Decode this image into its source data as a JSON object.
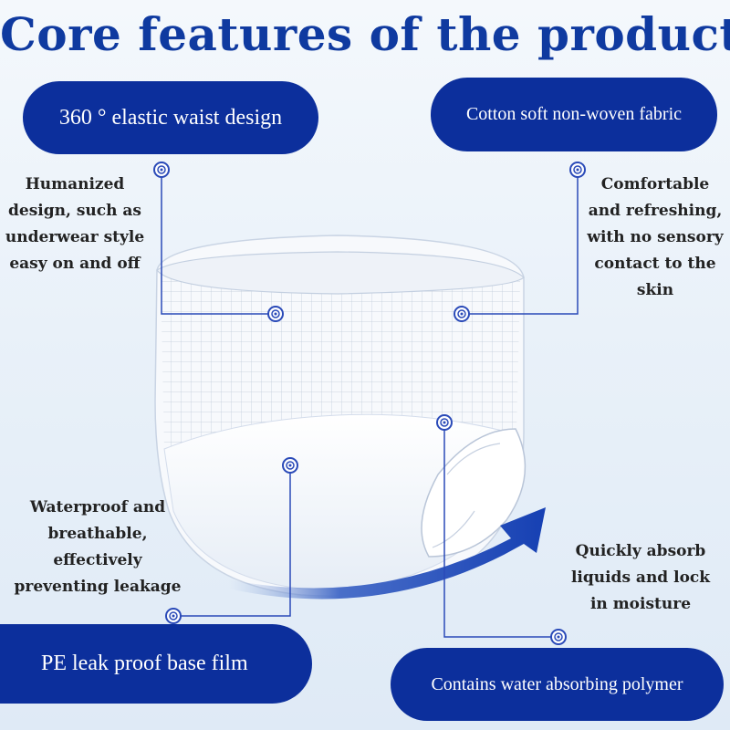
{
  "title": "Core features of the product",
  "features": [
    {
      "label": "360 ° elastic waist design",
      "description": [
        "Humanized",
        "design, such as",
        "underwear style",
        "easy on and off"
      ]
    },
    {
      "label": "Cotton soft non-woven fabric",
      "description": [
        "Comfortable",
        "and refreshing,",
        "with no sensory",
        "contact to the",
        "skin"
      ]
    },
    {
      "label": "PE leak proof base film",
      "description": [
        "Waterproof and",
        "breathable,",
        "effectively",
        "preventing leakage"
      ]
    },
    {
      "label": "Contains water absorbing polymer",
      "description": [
        "Quickly absorb",
        "liquids and lock",
        "in moisture"
      ]
    }
  ],
  "colors": {
    "brand_blue": "#0c2f9c",
    "title_blue": "#0f3aa0",
    "leader_line": "#2a4ab8"
  }
}
